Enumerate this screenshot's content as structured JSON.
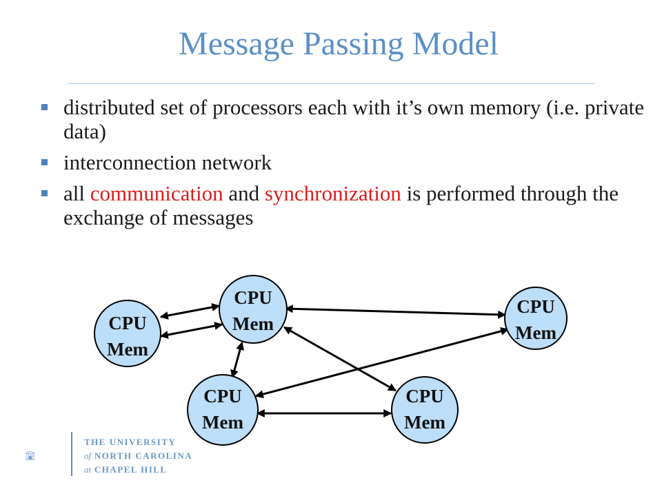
{
  "slide": {
    "title": "Message Passing Model"
  },
  "bullets": [
    {
      "parts": [
        "distributed set of processors each with it’s own memory (i.e. private data)"
      ]
    },
    {
      "parts": [
        "interconnection network"
      ]
    },
    {
      "parts": [
        "all ",
        "communication",
        " and ",
        "synchronization",
        " is performed through the exchange of messages"
      ]
    }
  ],
  "nodes": [
    {
      "line1": "CPU",
      "line2": "Mem"
    },
    {
      "line1": "CPU",
      "line2": "Mem"
    },
    {
      "line1": "CPU",
      "line2": "Mem"
    },
    {
      "line1": "CPU",
      "line2": "Mem"
    },
    {
      "line1": "CPU",
      "line2": "Mem"
    }
  ],
  "colors": {
    "title": "#5b8fc7",
    "highlight": "#e01b1b",
    "node_fill": "#bddef8"
  },
  "logo": {
    "line1": "THE UNIVERSITY",
    "line2_prefix": "of",
    "line2": "NORTH CAROLINA",
    "line3_prefix": "at",
    "line3": "CHAPEL HILL",
    "icon": "old-well-icon"
  }
}
